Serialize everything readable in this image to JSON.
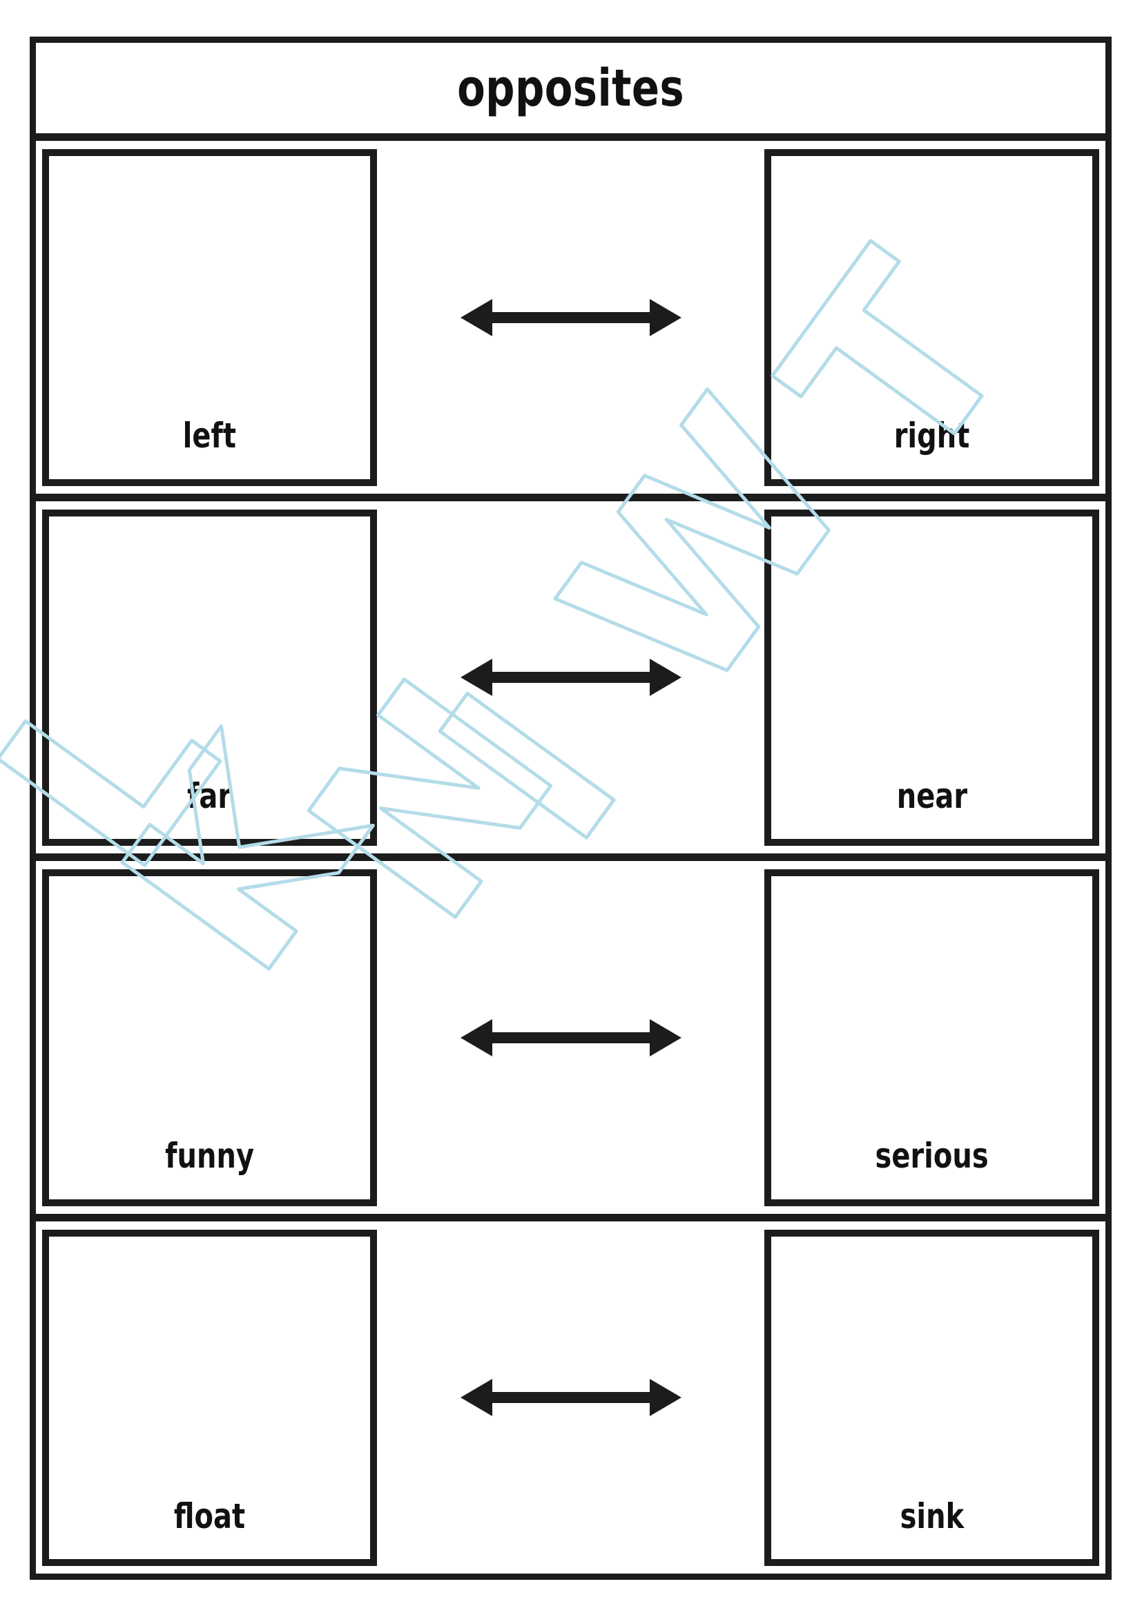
{
  "document": {
    "title": "opposites",
    "type": "worksheet",
    "frame_color": "#1c1c1c",
    "background_color": "#ffffff"
  },
  "watermark": {
    "text": "TWINKL",
    "glyphs": [
      "T",
      "W",
      "I",
      "N",
      "K",
      "L"
    ],
    "color": "#b3dce8",
    "style": "outline",
    "rotation": "diagonal"
  },
  "arrow": {
    "name": "double-headed-arrow",
    "color": "#1c1c1c",
    "direction": "both"
  },
  "rows": [
    {
      "left": "left",
      "right": "right"
    },
    {
      "left": "far",
      "right": "near"
    },
    {
      "left": "funny",
      "right": "serious"
    },
    {
      "left": "float",
      "right": "sink"
    }
  ]
}
